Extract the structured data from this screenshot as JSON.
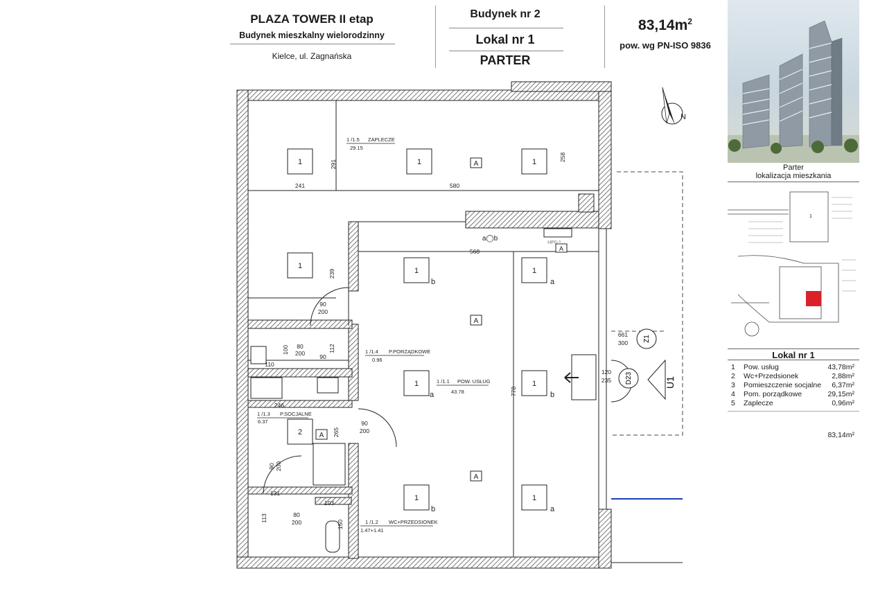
{
  "header": {
    "project_title": "PLAZA TOWER II etap",
    "project_subtitle": "Budynek mieszkalny wielorodzinny",
    "address": "Kielce, ul. Zagnańska",
    "building": "Budynek nr 2",
    "unit": "Lokal nr 1",
    "floor": "PARTER",
    "area": "83,14m",
    "area_sup": "2",
    "area_standard": "pow. wg PN-ISO 9836"
  },
  "compass": {
    "label": "N"
  },
  "plan": {
    "rooms": [
      {
        "id": "zaplecze",
        "no": "1 /1.5",
        "name": "ZAPLECZE",
        "area": "29.15"
      },
      {
        "id": "porzadkowe",
        "no": "1 /1.4",
        "name": "P.PORZĄDKOWE",
        "area": "0.96"
      },
      {
        "id": "uslug",
        "no": "1 /1.1",
        "name": "POW. USŁUG",
        "area": "43.78"
      },
      {
        "id": "socjalne",
        "no": "1 /1.3",
        "name": "P.SOCJALNE",
        "area": "6.37"
      },
      {
        "id": "przedsionek",
        "no": "1 /1.2",
        "name": "WC+PRZEDSIONEK",
        "area": "1.47+1.41"
      }
    ],
    "dims": {
      "d241": "241",
      "d580": "580",
      "d291": "291",
      "d258": "258",
      "d568": "568",
      "d239": "239",
      "d112": "112",
      "d778": "778",
      "d246": "246",
      "d265": "265",
      "d131": "131",
      "d103": "103",
      "d113": "113",
      "d150": "150",
      "d110": "110",
      "d100": "100",
      "door_90": "90",
      "door_200": "200",
      "door_80": "80",
      "d661": "661",
      "d300": "300",
      "d120": "120",
      "d235": "235"
    },
    "marks": {
      "one": "1",
      "two": "2",
      "A": "A",
      "a": "a",
      "b": "b",
      "ab": "a◯b",
      "z1": "Z1",
      "d23": "D23",
      "u1": "U1",
      "hp": "HP0-1"
    }
  },
  "sidebar": {
    "location_title": "Parter",
    "location_subtitle": "lokalizacja mieszkania",
    "site_building_no": "1",
    "legend_title": "Lokal nr 1",
    "legend": [
      {
        "no": "1",
        "name": "Pow. usług",
        "area": "43,78m²"
      },
      {
        "no": "2",
        "name": "Wc+Przedsionek",
        "area": "2,88m²"
      },
      {
        "no": "3",
        "name": "Pomieszczenie socjalne",
        "area": "6,37m²"
      },
      {
        "no": "4",
        "name": "Pom. porządkowe",
        "area": "29,15m²"
      },
      {
        "no": "5",
        "name": "Zaplecze",
        "area": "0,96m²"
      }
    ],
    "total": "83,14m²"
  },
  "colors": {
    "wall_hatch": "#555555",
    "highlight": "#d9222a",
    "line": "#222222"
  }
}
